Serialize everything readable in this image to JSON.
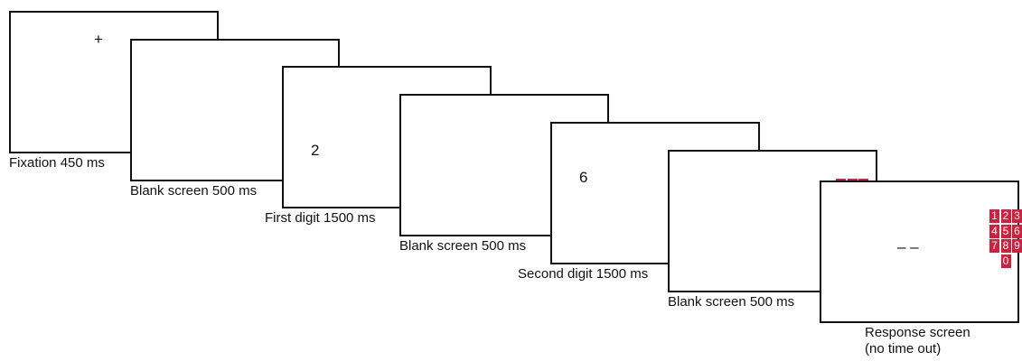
{
  "keypad": {
    "digits": [
      "1",
      "2",
      "3",
      "4",
      "5",
      "6",
      "7",
      "8",
      "9",
      "0"
    ],
    "color": "#d21f3c"
  },
  "screens": [
    {
      "name": "fixation",
      "label": "Fixation 450 ms",
      "stimulus": "+"
    },
    {
      "name": "blank-1",
      "label": "Blank screen 500 ms",
      "stimulus": ""
    },
    {
      "name": "first-digit",
      "label": "First digit 1500 ms",
      "stimulus": "2"
    },
    {
      "name": "blank-2",
      "label": "Blank screen 500 ms",
      "stimulus": ""
    },
    {
      "name": "second-digit",
      "label": "Second digit 1500 ms",
      "stimulus": "6"
    },
    {
      "name": "blank-3",
      "label": "Blank screen 500 ms",
      "stimulus": ""
    },
    {
      "name": "response",
      "label": "Response screen\n(no time out)",
      "stimulus": "– –"
    }
  ]
}
